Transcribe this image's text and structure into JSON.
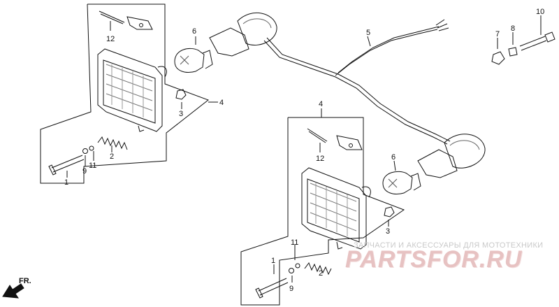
{
  "callouts": [
    "1",
    "2",
    "3",
    "4",
    "5",
    "6",
    "7",
    "8",
    "9",
    "10",
    "11",
    "12"
  ],
  "direction_label": "FR.",
  "watermark": {
    "caption": "ЗАПЧАСТИ И АКСЕССУАРЫ ДЛЯ МОТОТЕХНИКИ",
    "logo": "PARTSFOR.RU"
  }
}
